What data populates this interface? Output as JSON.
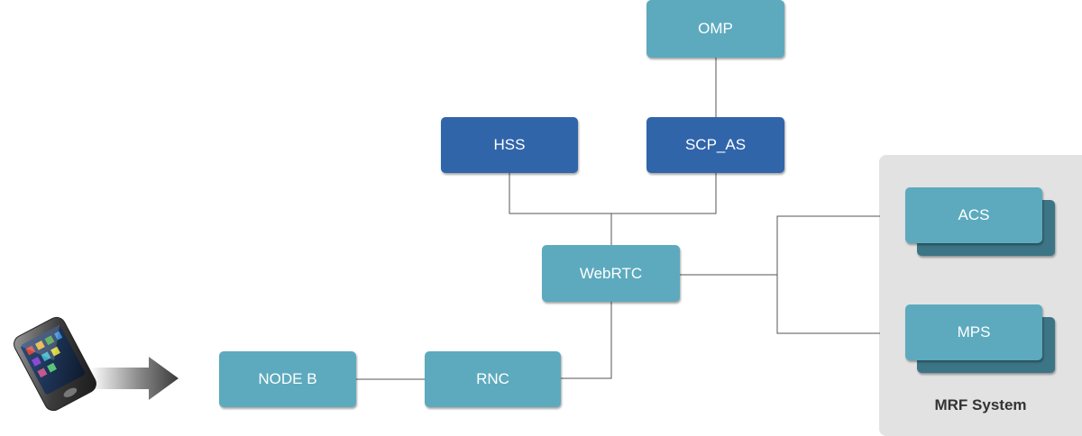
{
  "nodes": {
    "omp": "OMP",
    "hss": "HSS",
    "scp_as": "SCP_AS",
    "webrtc": "WebRTC",
    "acs": "ACS",
    "mps": "MPS",
    "node_b": "NODE B",
    "rnc": "RNC"
  },
  "mrf_system": {
    "label": "MRF System"
  },
  "colors": {
    "light_node": "#5daabe",
    "dark_node": "#3065aa",
    "stack_shadow": "#3c7585",
    "group_bg": "#e2e2e2",
    "connector": "#555555"
  },
  "icons": [
    "mobile-phone-icon",
    "right-arrow-icon"
  ]
}
